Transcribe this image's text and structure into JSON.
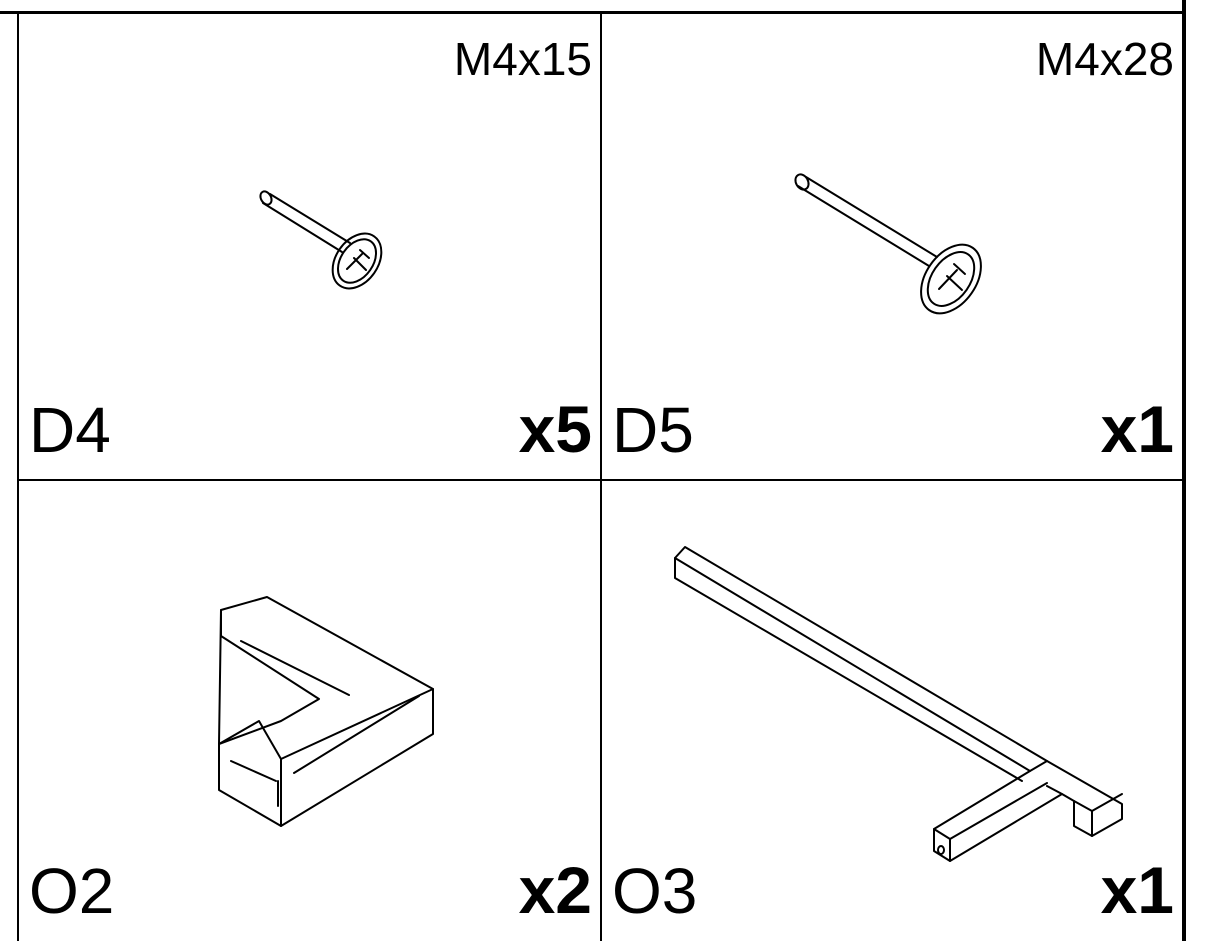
{
  "parts": [
    {
      "code": "D4",
      "spec": "M4x15",
      "qty": "x5",
      "icon": "short-screw-icon"
    },
    {
      "code": "D5",
      "spec": "M4x28",
      "qty": "x1",
      "icon": "long-screw-icon"
    },
    {
      "code": "O2",
      "spec": "",
      "qty": "x2",
      "icon": "l-bracket-icon"
    },
    {
      "code": "O3",
      "spec": "",
      "qty": "x1",
      "icon": "t-bar-icon"
    }
  ]
}
